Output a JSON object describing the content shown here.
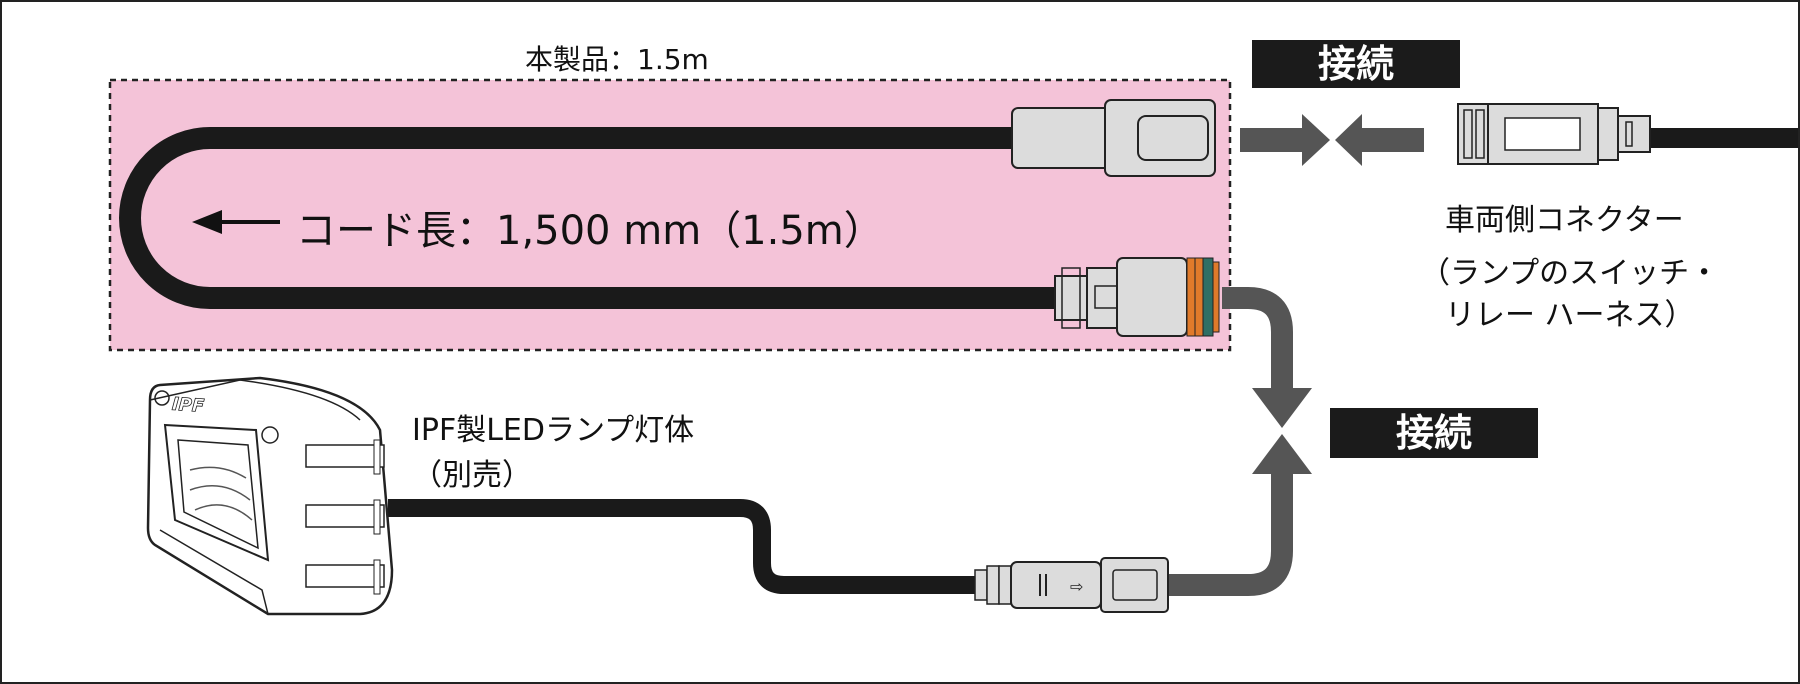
{
  "product_label": "本製品：1.5m",
  "cord_length_label": "コード長：1,500 mm（1.5m）",
  "connect_badge_top": "接続",
  "connect_badge_middle": "接続",
  "vehicle_connector": {
    "title": "車両側コネクター",
    "paren_line1": "（ランプのスイッチ・",
    "paren_line2": "リレー ハーネス）"
  },
  "lamp": {
    "line1": "IPF製LEDランプ灯体",
    "line2": "（別売）",
    "logo_text": "IPF"
  },
  "colors": {
    "product_area_fill": "#f4c3d8",
    "cable": "#1a1a1a",
    "arrow_gray": "#555555",
    "badge_bg": "#1b1b1b",
    "connector_fill": "#dcdcdc",
    "seal_orange": "#e07a2a",
    "seal_teal": "#2f6f64"
  },
  "icons": [
    "arrow-left-icon",
    "arrow-right-icon",
    "arrow-down-icon",
    "arrow-up-icon"
  ]
}
